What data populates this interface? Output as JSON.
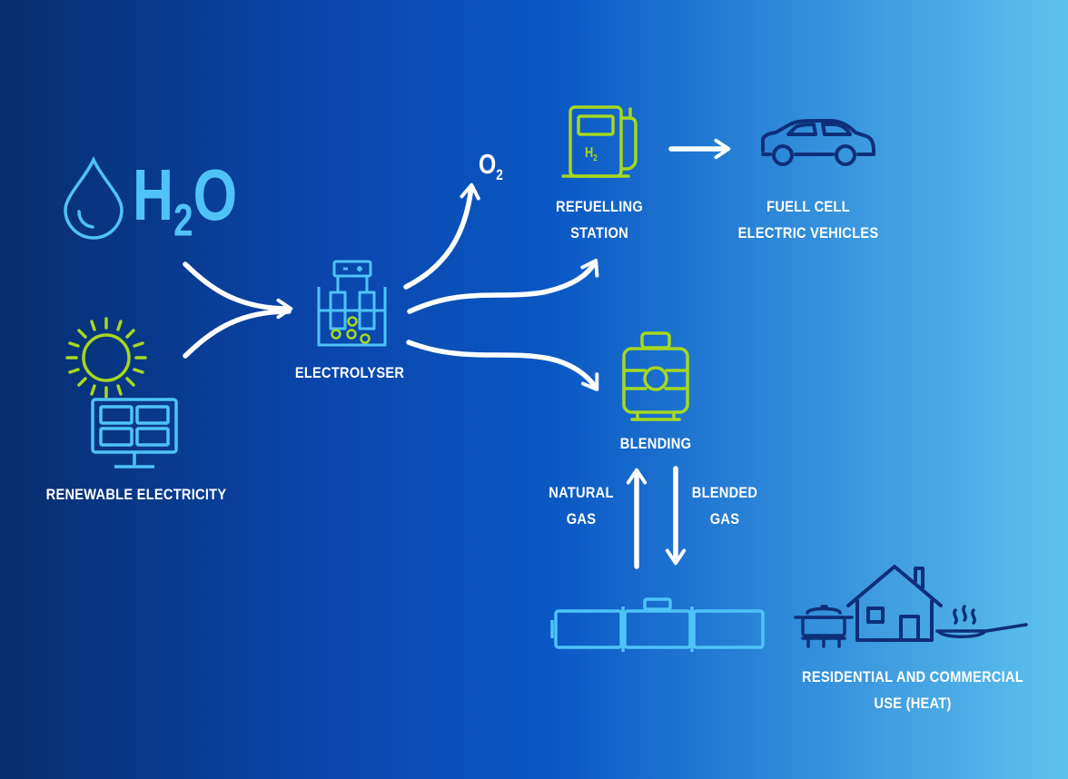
{
  "water": {
    "label": "H",
    "sub": "2",
    "tail": "O"
  },
  "oxygen": {
    "label": "O",
    "sub": "2"
  },
  "pump": {
    "glyph": "H",
    "sub": "2"
  },
  "labels": {
    "renewable": "RENEWABLE ELECTRICITY",
    "electrolyser": "ELECTROLYSER",
    "refuelling_1": "REFUELLING",
    "refuelling_2": "STATION",
    "fuelcell_1": "FUELL CELL",
    "fuelcell_2": "ELECTRIC VEHICLES",
    "blending": "BLENDING",
    "natural_1": "NATURAL",
    "natural_2": "GAS",
    "blended_1": "BLENDED",
    "blended_2": "GAS",
    "residential_1": "RESIDENTIAL AND COMMERCIAL",
    "residential_2": "USE (HEAT)"
  },
  "colors": {
    "accent_green": "#a6d81e",
    "light_blue": "#4fc3f7",
    "navy_icon": "#0d2f7a",
    "arrow": "#ffffff"
  },
  "icons": [
    "water-drop-icon",
    "sun-icon",
    "solar-panel-icon",
    "electrolyser-icon",
    "fuel-pump-icon",
    "car-icon",
    "gas-cylinder-icon",
    "pipeline-icon",
    "house-icon",
    "cooking-pot-icon",
    "frying-pan-icon"
  ]
}
